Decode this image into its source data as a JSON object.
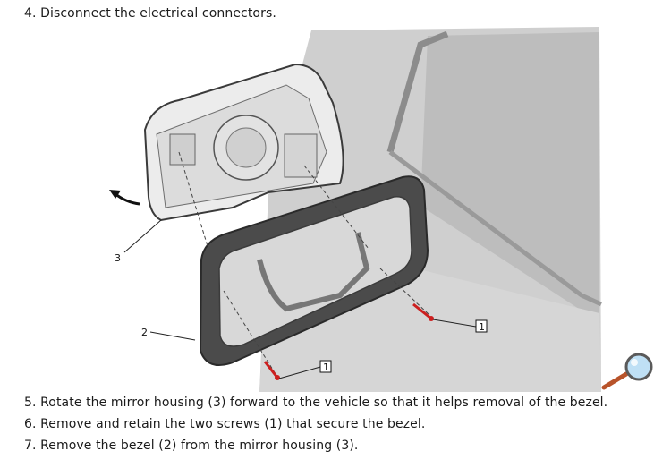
{
  "steps": {
    "step4": "4. Disconnect the electrical connectors.",
    "step5": "5. Rotate the mirror housing (3) forward to the vehicle so that it helps removal of the bezel.",
    "step6": "6. Remove and retain the two screws (1) that secure the bezel.",
    "step7": "7. Remove the bezel (2) from the mirror housing (3)."
  },
  "figure": {
    "callouts": {
      "housing": "3",
      "bezel": "2",
      "screw_upper": "1",
      "screw_lower": "1"
    },
    "colors": {
      "background_gray": "#c9c9c9",
      "screw_red": "#cc1f1f",
      "bezel_dark": "#4b4b4b"
    },
    "icons": {
      "zoom": "magnifier-icon",
      "rotate": "curved-arrow-icon"
    }
  }
}
